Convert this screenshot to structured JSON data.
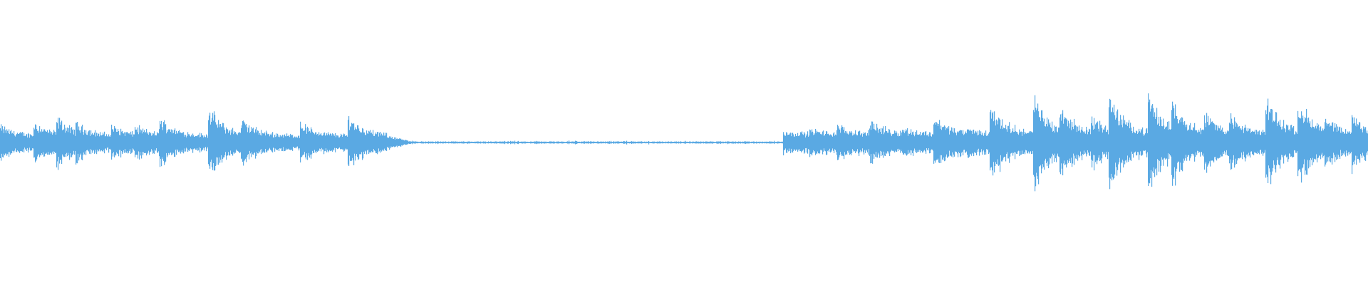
{
  "waveform": {
    "color": "#5aa9e3",
    "background": "#ffffff",
    "duration_segments": {
      "active_1_end": 0.3,
      "quiet_end": 0.572,
      "active_2_end": 1.0
    },
    "peaks": [
      {
        "t": 0.0,
        "a": 0.25
      },
      {
        "t": 0.024,
        "a": 0.32
      },
      {
        "t": 0.041,
        "a": 0.38
      },
      {
        "t": 0.055,
        "a": 0.3
      },
      {
        "t": 0.081,
        "a": 0.26
      },
      {
        "t": 0.098,
        "a": 0.26
      },
      {
        "t": 0.116,
        "a": 0.37
      },
      {
        "t": 0.152,
        "a": 0.52
      },
      {
        "t": 0.176,
        "a": 0.35
      },
      {
        "t": 0.219,
        "a": 0.3
      },
      {
        "t": 0.254,
        "a": 0.4
      },
      {
        "t": 0.28,
        "a": 0.14
      },
      {
        "t": 0.572,
        "a": 0.17
      },
      {
        "t": 0.591,
        "a": 0.2
      },
      {
        "t": 0.611,
        "a": 0.26
      },
      {
        "t": 0.635,
        "a": 0.33
      },
      {
        "t": 0.659,
        "a": 0.22
      },
      {
        "t": 0.682,
        "a": 0.4
      },
      {
        "t": 0.706,
        "a": 0.22
      },
      {
        "t": 0.723,
        "a": 0.58
      },
      {
        "t": 0.755,
        "a": 0.7
      },
      {
        "t": 0.774,
        "a": 0.56
      },
      {
        "t": 0.797,
        "a": 0.4
      },
      {
        "t": 0.81,
        "a": 0.72
      },
      {
        "t": 0.839,
        "a": 0.7
      },
      {
        "t": 0.856,
        "a": 0.68
      },
      {
        "t": 0.88,
        "a": 0.45
      },
      {
        "t": 0.898,
        "a": 0.42
      },
      {
        "t": 0.925,
        "a": 0.68
      },
      {
        "t": 0.948,
        "a": 0.66
      },
      {
        "t": 0.968,
        "a": 0.36
      },
      {
        "t": 0.988,
        "a": 0.4
      }
    ]
  }
}
